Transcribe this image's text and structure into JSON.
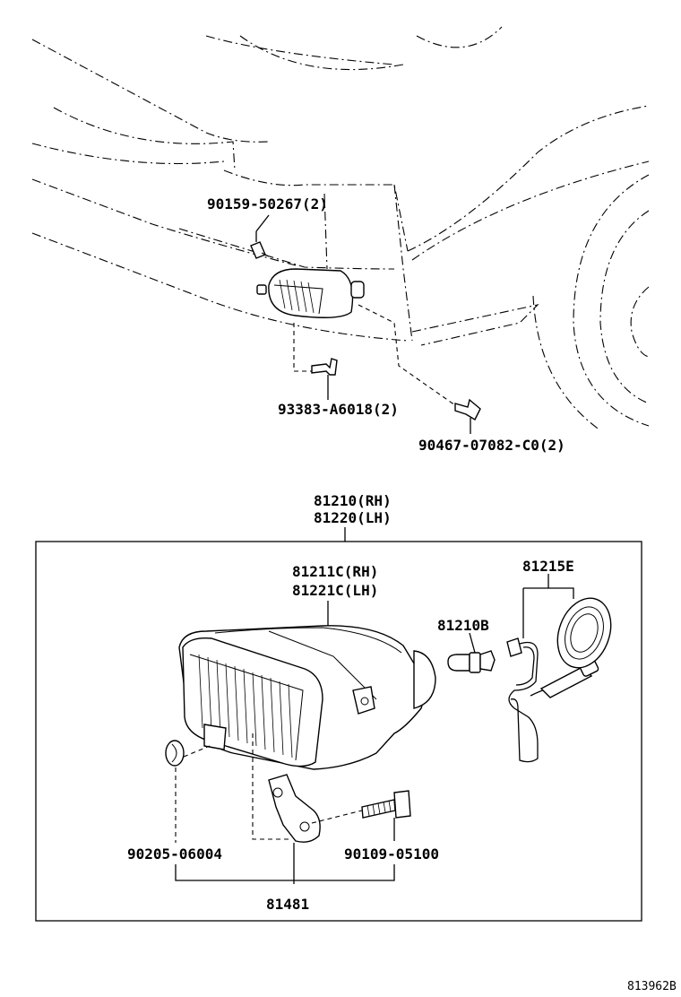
{
  "labels": {
    "p_90159": "90159-50267(2)",
    "p_93383": "93383-A6018(2)",
    "p_90467": "90467-07082-C0(2)",
    "p_81210": "81210(RH)",
    "p_81220": "81220(LH)",
    "p_81211c": "81211C(RH)",
    "p_81221c": "81221C(LH)",
    "p_81215e": "81215E",
    "p_81210b": "81210B",
    "p_90205": "90205-06004",
    "p_90109": "90109-05100",
    "p_81481": "81481",
    "diagram_id": "813962B"
  }
}
